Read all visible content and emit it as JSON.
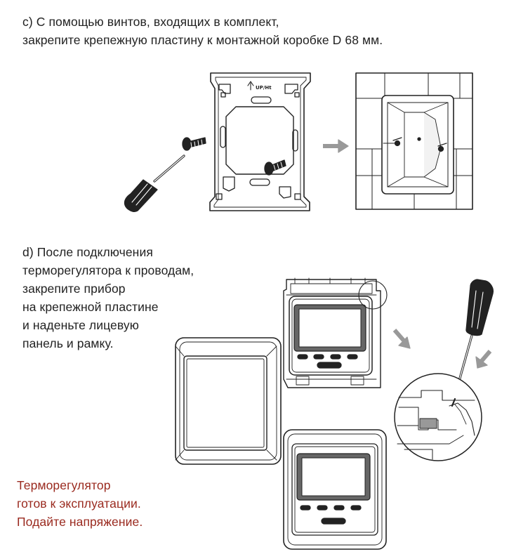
{
  "step_c": {
    "lines": [
      "c) С помощью винтов, входящих в комплект,",
      "закрепите крепежную пластину к монтажной коробке D 68 мм."
    ]
  },
  "step_d": {
    "lines": [
      "d) После подключения",
      "терморегулятора к проводам,",
      "закрепите прибор",
      "на крепежной пластине",
      "и наденьте лицевую",
      "панель и рамку."
    ]
  },
  "final_note": {
    "lines": [
      "Терморегулятор",
      "готов к эксплуатации.",
      "Подайте напряжение."
    ],
    "color": "#9a2a1f"
  },
  "plate_label": "UP/Ht"
}
